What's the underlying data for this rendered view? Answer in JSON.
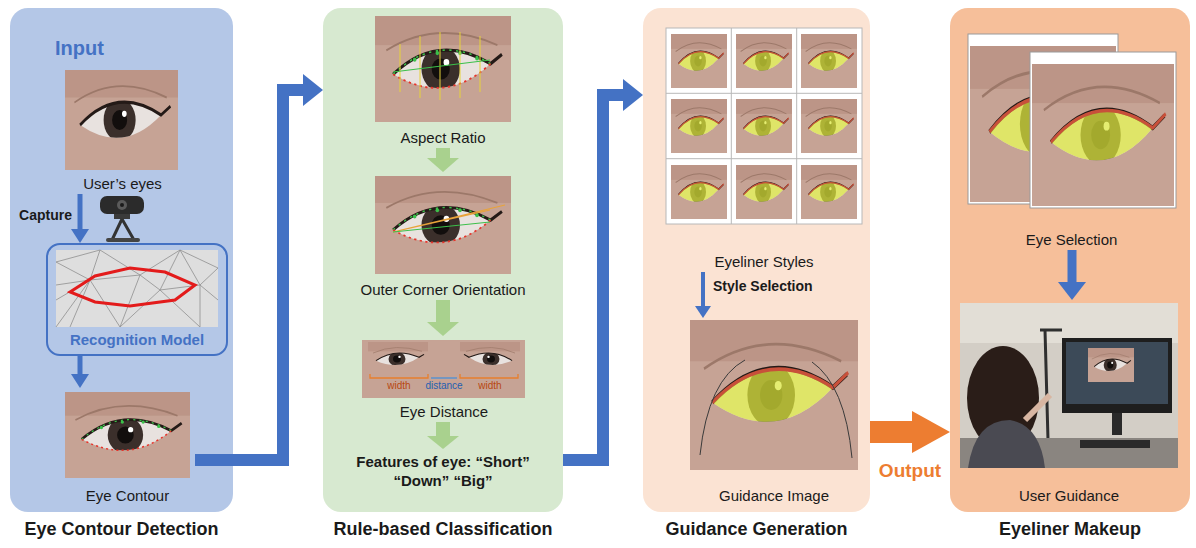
{
  "diagram": {
    "nodes": [
      {
        "text": [
          "Input",
          "Eye Contour Detection"
        ]
      },
      {
        "text": [
          "User’s eyes"
        ],
        "in": 0
      },
      {
        "text": [
          "Recognition Model"
        ],
        "in": 0
      },
      {
        "text": [
          "Eye Contour"
        ],
        "in": 0
      },
      {
        "text": [
          "Rule-based Classification"
        ]
      },
      {
        "text": [
          "Aspect Ratio"
        ],
        "in": 4
      },
      {
        "text": [
          "Outer Corner Orientation"
        ],
        "in": 4
      },
      {
        "text": [
          "Eye Distance"
        ],
        "in": 4
      },
      {
        "text": [
          "Guidance Generation"
        ]
      },
      {
        "text": [
          "Eyeliner Styles"
        ],
        "in": 8
      },
      {
        "text": [
          "Guidance Image"
        ],
        "in": 8
      },
      {
        "text": [
          "Eyeliner Makeup"
        ]
      },
      {
        "text": [
          "Eye Selection"
        ],
        "in": 11
      },
      {
        "text": [
          "User Guidance"
        ],
        "in": 11
      }
    ],
    "edges": [
      {
        "from": 1,
        "to": 2,
        "arrow": "to",
        "label": "Capture"
      },
      {
        "from": 2,
        "to": 3,
        "arrow": "to"
      },
      {
        "from": 3,
        "to": 4,
        "arrow": "to"
      },
      {
        "from": 5,
        "to": 6,
        "arrow": "to"
      },
      {
        "from": 6,
        "to": 7,
        "arrow": "to"
      },
      {
        "from": 4,
        "to": 8,
        "arrow": "to"
      },
      {
        "from": 9,
        "to": 10,
        "arrow": "to",
        "label": "Style Selection"
      },
      {
        "from": 8,
        "to": 11,
        "arrow": "to",
        "label": "Output"
      },
      {
        "from": 12,
        "to": 13,
        "arrow": "to"
      }
    ],
    "labels": [
      "width",
      "distance",
      "width",
      "Features of eye: “Short” “Down” “Big”"
    ]
  }
}
